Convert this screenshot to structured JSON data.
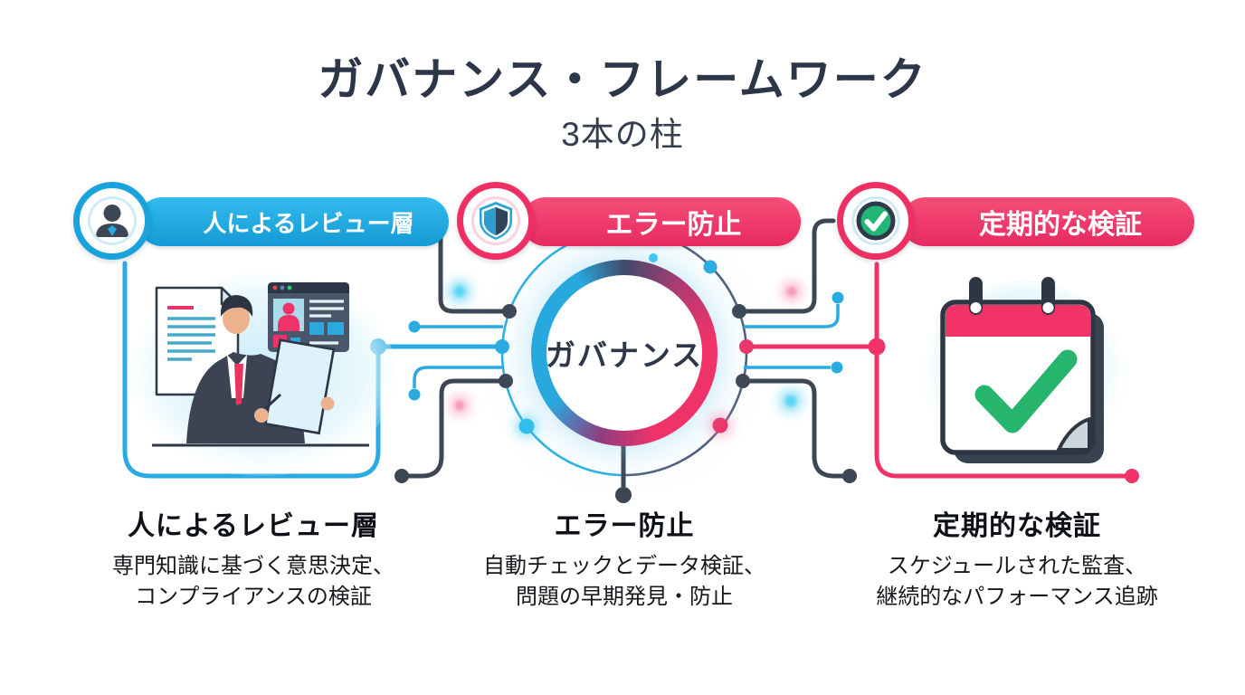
{
  "title": "ガバナンス・フレームワーク",
  "subtitle": "3本の柱",
  "center": {
    "label": "ガバナンス"
  },
  "pillars": [
    {
      "id": "human-review-layer",
      "badge_label": "人によるレビュー層",
      "heading": "人によるレビュー層",
      "desc_line1": "専門知識に基づく意思決定、",
      "desc_line2": "コンプライアンスの検証",
      "icon": "person-icon",
      "accent": "#18a3dd"
    },
    {
      "id": "error-prevention",
      "badge_label": "エラー防止",
      "heading": "エラー防止",
      "desc_line1": "自動チェックとデータ検証、",
      "desc_line2": "問題の早期発見・防止",
      "icon": "shield-icon",
      "accent": "#ee2f63"
    },
    {
      "id": "periodic-verification",
      "badge_label": "定期的な検証",
      "heading": "定期的な検証",
      "desc_line1": "スケジュールされた監査、",
      "desc_line2": "継続的なパフォーマンス追跡",
      "icon": "calendar-check-icon",
      "accent": "#ee2f63"
    }
  ],
  "colors": {
    "cyan": "#29abe2",
    "pink": "#ef3368",
    "dark": "#3d4654",
    "green": "#22b573",
    "title_text": "#2b3648"
  }
}
